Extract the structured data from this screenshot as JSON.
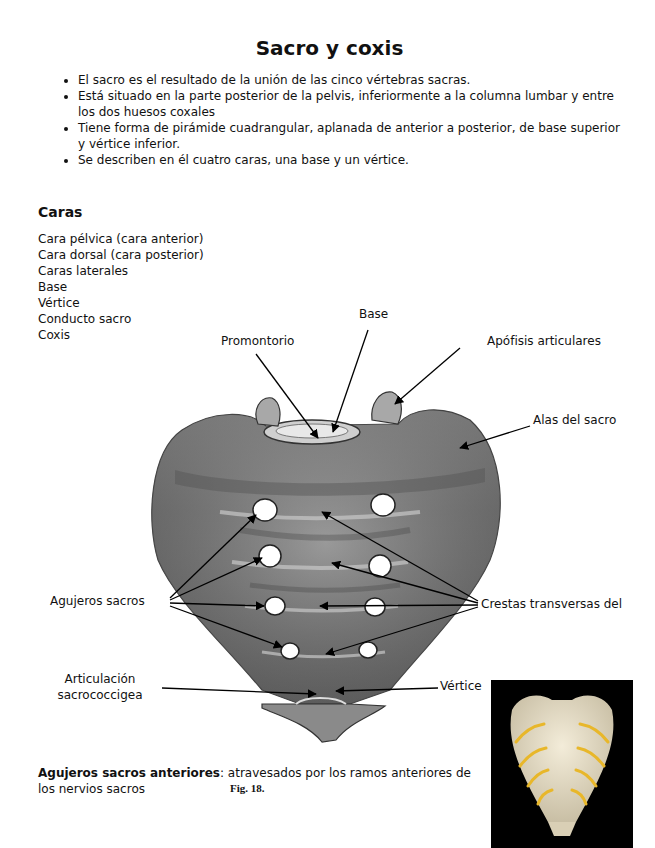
{
  "diagram": {
    "title": "Sacro y coxis",
    "labels": [
      "El sacro es el resultado de la unión de las cinco vértebras sacras.",
      "Está situado en la parte posterior de la pelvis, inferiormente a la columna lumbar y entre los dos huesos coxales",
      "Tiene forma de pirámide cuadrangular, aplanada de anterior a posterior, de base superior y vértice inferior.",
      "Se describen en él cuatro caras, una base y un vértice.",
      "Caras",
      "Cara pélvica (cara anterior)",
      "Cara dorsal (cara posterior)",
      "Caras laterales",
      "Base",
      "Vértice",
      "Conducto sacro",
      "Coxis",
      "Base",
      "Promontorio",
      "Apófisis articulares",
      "Alas del sacro",
      "Agujeros sacros",
      "Crestas transversas del",
      "Articulación sacrococcigea",
      "Vértice",
      "Agujeros sacros anteriores",
      ": atravesados por los ramos anteriores de los nervios sacros",
      "Fig. 18."
    ]
  }
}
